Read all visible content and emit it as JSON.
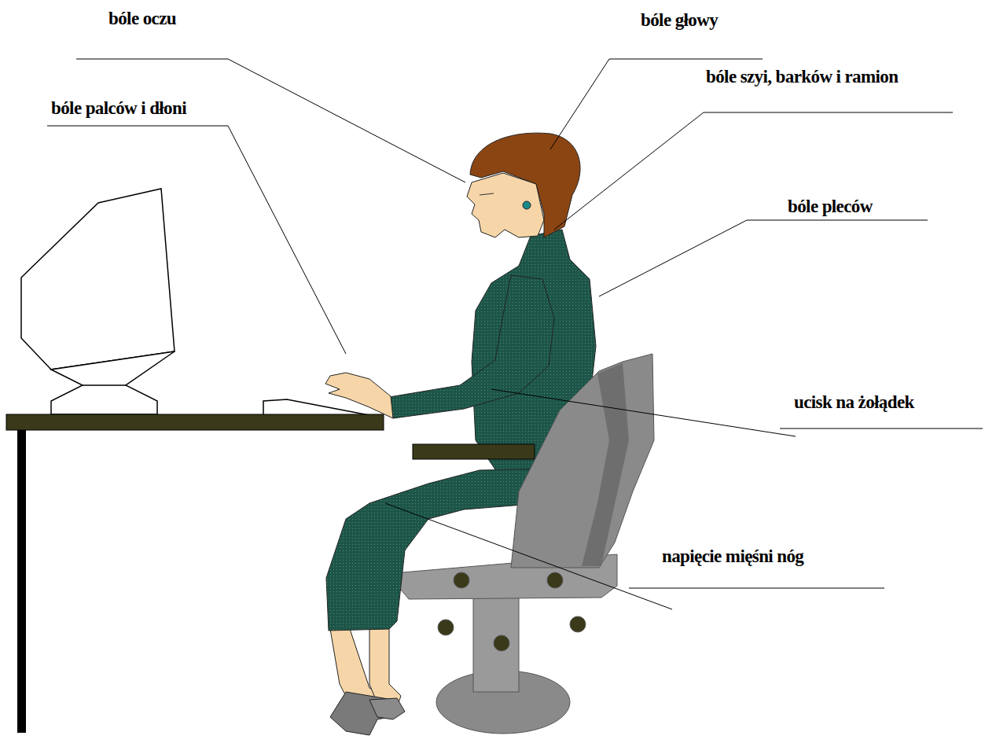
{
  "diagram": {
    "labels": [
      "bóle oczu",
      "bóle głowy",
      "bóle palców i dłoni",
      "bóle szyi, barków i ramion",
      "bóle pleców",
      "ucisk na żołądek",
      "napięcie mięśni nóg"
    ]
  }
}
